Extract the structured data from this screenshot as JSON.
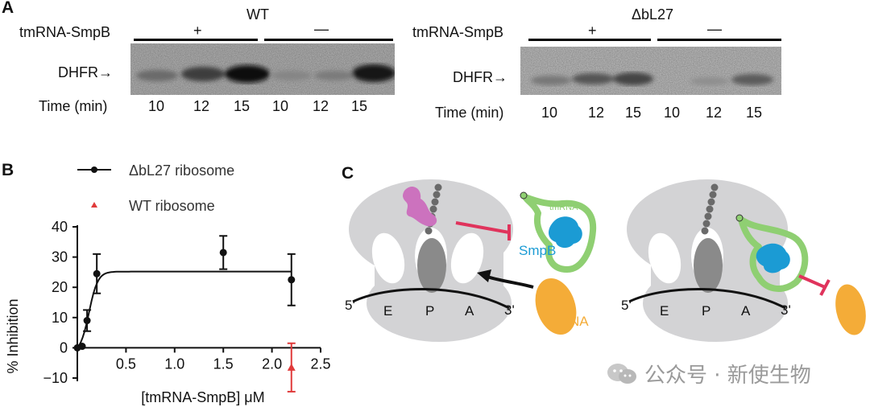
{
  "panelA": {
    "letter": "A",
    "wt": {
      "title": "WT",
      "tm_label": "tmRNA-SmpB",
      "plus": "+",
      "minus": "—",
      "band_label": "DHFR→",
      "time_label": "Time (min)",
      "times": [
        "10",
        "12",
        "15",
        "10",
        "12",
        "15"
      ]
    },
    "mut": {
      "title": "ΔbL27",
      "tm_label": "tmRNA-SmpB",
      "plus": "+",
      "minus": "—",
      "band_label": "DHFR→",
      "time_label": "Time (min)",
      "times": [
        "10",
        "12",
        "15",
        "10",
        "12",
        "15"
      ]
    }
  },
  "panelB": {
    "letter": "B",
    "chart_data": {
      "type": "scatter",
      "xlabel": "[tmRNA-SmpB] μM",
      "ylabel": "% Inhibition",
      "xlim": [
        0,
        2.5
      ],
      "ylim": [
        -10,
        40
      ],
      "xticks": [
        "0.5",
        "1.0",
        "1.5",
        "2.0",
        "2.5"
      ],
      "yticks": [
        "−10",
        "0",
        "10",
        "20",
        "30",
        "40"
      ],
      "legend_position": "top",
      "series": [
        {
          "name": "ΔbL27 ribosome",
          "color": "#111111",
          "marker": "circle",
          "points": [
            {
              "x": 0.0,
              "y": 0,
              "err": 0
            },
            {
              "x": 0.05,
              "y": 0.5,
              "err": 0
            },
            {
              "x": 0.1,
              "y": 9,
              "err": 3.5
            },
            {
              "x": 0.2,
              "y": 24.5,
              "err": 6.5
            },
            {
              "x": 1.5,
              "y": 31.5,
              "err": 5.5
            },
            {
              "x": 2.2,
              "y": 22.5,
              "err": 8.5
            }
          ],
          "fit": "sigmoid",
          "fit_plateau": 27
        },
        {
          "name": "WT ribosome",
          "color": "#e03a3a",
          "marker": "triangle",
          "points": [
            {
              "x": 2.2,
              "y": -6.5,
              "err": 8
            }
          ]
        }
      ]
    }
  },
  "panelC": {
    "letter": "C",
    "left": {
      "five": "5'",
      "three": "3'",
      "sites": [
        "E",
        "P",
        "A"
      ],
      "tmrna": "tmRNA",
      "smpb": "SmpB",
      "trna": "tRNA"
    },
    "right": {
      "five": "5'",
      "three": "3'",
      "sites": [
        "E",
        "P",
        "A"
      ]
    }
  },
  "watermark": "公众号 · 新使生物",
  "colors": {
    "ribosome": "#d3d3d5",
    "peptide": "#6a6a6a",
    "magenta": "#cc72be",
    "tmrna": "#8fcf72",
    "smpb": "#1b9bd4",
    "trna": "#f4ac38",
    "inhibit": "#e0335c",
    "red": "#e03a3a"
  }
}
